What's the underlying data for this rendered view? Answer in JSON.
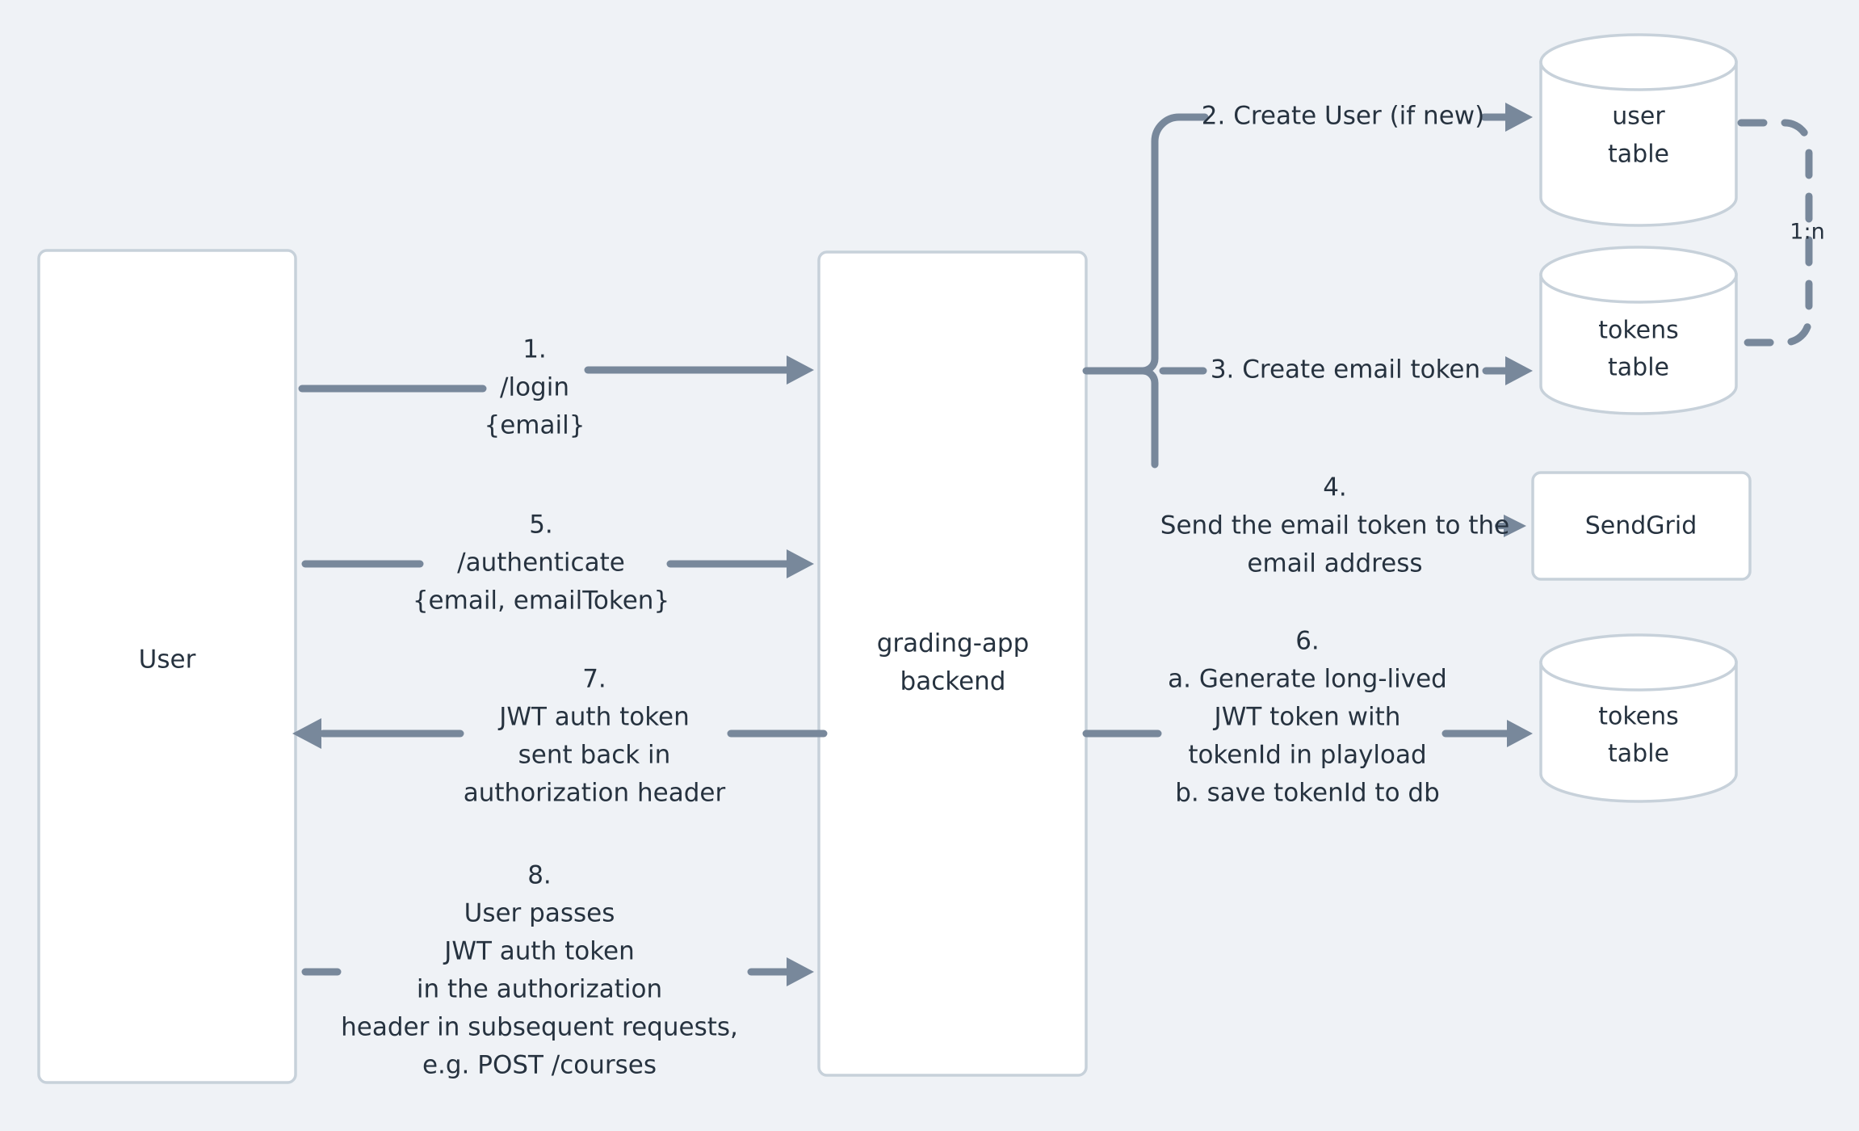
{
  "diagram": {
    "title": "Passwordless authentication flow",
    "background_color": "#eff2f6",
    "node_fill": "#ffffff",
    "node_border_color": "#c7d1da",
    "connector_color": "#78889b",
    "text_color": "#26323f"
  },
  "nodes": {
    "user": {
      "label": "User"
    },
    "backend": {
      "line1": "grading-app",
      "line2": "backend"
    },
    "user_table": {
      "line1": "user",
      "line2": "table"
    },
    "tokens_table_top": {
      "line1": "tokens",
      "line2": "table"
    },
    "sendgrid": {
      "label": "SendGrid"
    },
    "tokens_table_bottom": {
      "line1": "tokens",
      "line2": "table"
    }
  },
  "edges": {
    "step1": {
      "number": "1.",
      "line2": "/login",
      "line3": "{email}",
      "direction": "right",
      "from": "user",
      "to": "backend"
    },
    "step2": {
      "label": "2. Create User (if new)",
      "direction": "right",
      "from": "backend",
      "to": "user_table"
    },
    "step3": {
      "label": "3. Create email token",
      "direction": "right",
      "from": "backend",
      "to": "tokens_table_top"
    },
    "step4": {
      "number": "4.",
      "line2": "Send the email token to the",
      "line3": "email address",
      "direction": "right",
      "from": "backend",
      "to": "sendgrid"
    },
    "step5": {
      "number": "5.",
      "line2": "/authenticate",
      "line3": "{email, emailToken}",
      "direction": "right",
      "from": "user",
      "to": "backend"
    },
    "step6": {
      "number": "6.",
      "line2": "a. Generate long-lived",
      "line3": "JWT token with",
      "line4": "tokenId in playload",
      "line5": "b. save tokenId to db",
      "direction": "right",
      "from": "backend",
      "to": "tokens_table_bottom"
    },
    "step7": {
      "number": "7.",
      "line2": "JWT auth token",
      "line3": "sent back in",
      "line4": "authorization header",
      "direction": "left",
      "from": "backend",
      "to": "user"
    },
    "step8": {
      "number": "8.",
      "line2": "User passes",
      "line3": "JWT auth token",
      "line4": "in the authorization",
      "line5": "header in subsequent requests,",
      "line6": "e.g. POST /courses",
      "direction": "right",
      "from": "user",
      "to": "backend"
    },
    "relation": {
      "label": "1:n",
      "style": "dashed",
      "from": "user_table",
      "to": "tokens_table_top"
    }
  }
}
